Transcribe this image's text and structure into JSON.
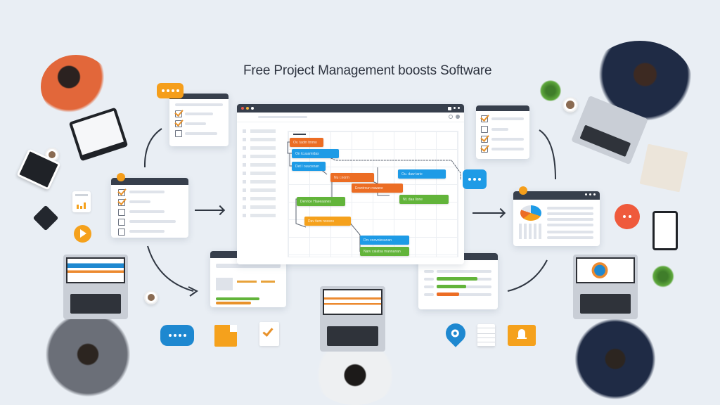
{
  "title": "Free Project Management boosts Software",
  "colors": {
    "background": "#e9eef4",
    "window_bar": "#373f4c",
    "orange": "#ec6d24",
    "blue": "#1e9be6",
    "green": "#62b43a",
    "yellow": "#f5a11c",
    "red": "#ef5a3c"
  },
  "main_window": {
    "type": "gantt-chart",
    "tasks": [
      {
        "color": "orange",
        "label": "Ov. tadm tmmo"
      },
      {
        "color": "blue",
        "label": "On tcuuamidas"
      },
      {
        "color": "blue",
        "label": "Det I ouuosnan"
      },
      {
        "color": "orange",
        "label": "Nu r.norm"
      },
      {
        "color": "blue",
        "label": "Ou. daw tarie"
      },
      {
        "color": "orange",
        "label": "Erantroun rawane"
      },
      {
        "color": "green",
        "label": "Dervice Haeeaanes"
      },
      {
        "color": "green",
        "label": "Nt. daa lione"
      },
      {
        "color": "yellow",
        "label": "Dav tiem nossos"
      },
      {
        "color": "blue",
        "label": "Drv coovoiesanan"
      },
      {
        "color": "green",
        "label": "Narv caiatsa mannanan"
      }
    ]
  },
  "cards": {
    "checklist_top_left": {
      "checked": [
        true,
        true,
        false
      ]
    },
    "checklist_left": {
      "checked": [
        true,
        true,
        false,
        false,
        false
      ]
    },
    "checklist_top_right": {
      "checked": [
        true,
        false,
        true,
        true
      ]
    },
    "report_right": {
      "widget": "pie-chart"
    },
    "progress_bottom_center": {
      "bars": [
        "green",
        "orange"
      ]
    },
    "progress_bottom_right": {
      "bars": [
        "green",
        "green",
        "orange"
      ]
    }
  },
  "icons": {
    "chat_orange": "chat-bubble-icon",
    "chat_blue_right": "chat-bubble-icon",
    "chat_blue_bottom": "chat-bubble-icon",
    "chat_red": "chat-bubble-icon",
    "play": "play-icon",
    "bar_chart": "bar-chart-icon",
    "folder": "folder-icon",
    "task_check": "check-document-icon",
    "location": "location-pin-icon",
    "clipboard": "clipboard-icon",
    "bell": "bell-notification-icon"
  }
}
